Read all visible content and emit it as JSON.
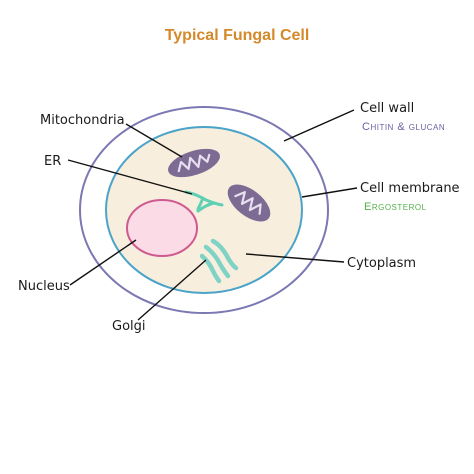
{
  "diagram": {
    "title": "Typical Fungal Cell",
    "labels": {
      "mitochondria": "Mitochondria",
      "er": "ER",
      "nucleus": "Nucleus",
      "golgi": "Golgi",
      "cell_wall": "Cell wall",
      "cell_wall_sub": "Chitin & glucan",
      "cell_membrane": "Cell membrane",
      "cell_membrane_sub": "Ergosterol",
      "cytoplasm": "Cytoplasm"
    }
  },
  "colors": {
    "title": "#d4892a",
    "cell_wall": "#7b78b3",
    "cell_membrane": "#4aa3c8",
    "cytoplasm": "#f8eedd",
    "nucleus_fill": "#fadbe6",
    "nucleus_stroke": "#cf5a8f",
    "mitochondria_fill": "#7d6b93",
    "mitochondria_inner": "#e7dff0",
    "er": "#5fd0b4",
    "golgi": "#7fd3c6",
    "wall_sub_text": "#6b5fa5",
    "membrane_sub_text": "#55b04a"
  }
}
